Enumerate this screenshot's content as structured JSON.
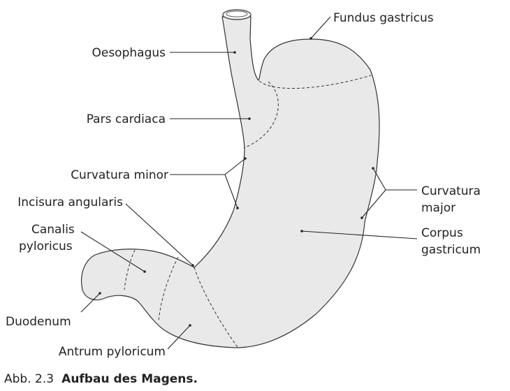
{
  "labels": {
    "fundus_gastricus": "Fundus gastricus",
    "oesophagus": "Oesophagus",
    "pars_cardiaca": "Pars cardiaca",
    "curvatura_minor": "Curvatura minor",
    "incisura_angularis": "Incisura angularis",
    "canalis_line1": "Canalis",
    "canalis_line2": "pyloricus",
    "duodenum": "Duodenum",
    "antrum_pyloricum": "Antrum pyloricum",
    "curvatura_major_line1": "Curvatura",
    "curvatura_major_line2": "major",
    "corpus_line1": "Corpus",
    "corpus_line2": "gastricum"
  },
  "caption": {
    "prefix": "Abb. 2.3",
    "text": "Aufbau des Magens."
  },
  "colors": {
    "organ_fill": "#e9e9e9",
    "outline": "#333333",
    "text": "#222222"
  }
}
